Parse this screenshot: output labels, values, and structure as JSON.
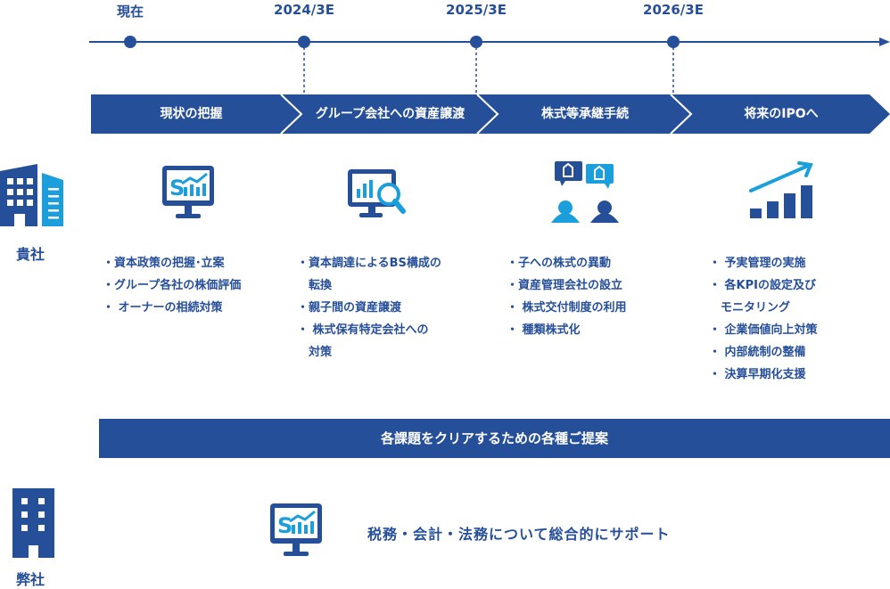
{
  "timeline": {
    "milestones": [
      "現在",
      "2024/3E",
      "2025/3E",
      "2026/3E"
    ]
  },
  "phases": [
    "現状の把握",
    "グループ会社への資産譲渡",
    "株式等承継手続",
    "将来のIPOへ"
  ],
  "client": {
    "label": "貴社",
    "columns": [
      {
        "icon": "monitor-chart-icon",
        "items": [
          "・資本政策の把握･立案",
          "・グループ各社の株価評価",
          "・ オーナーの相続対策"
        ]
      },
      {
        "icon": "monitor-magnifier-icon",
        "items": [
          "・資本調達によるBS構成の",
          "　転換",
          "・親子間の資産譲渡",
          "・ 株式保有特定会社への",
          "　対策"
        ]
      },
      {
        "icon": "people-consulting-icon",
        "items": [
          "・子への株式の異動",
          "・資産管理会社の設立",
          "・ 株式交付制度の利用",
          "・ 種類株式化"
        ]
      },
      {
        "icon": "growth-chart-icon",
        "items": [
          "・ 予実管理の実施",
          "・ 各KPIの設定及び",
          "　モニタリング",
          "・ 企業価値向上対策",
          "・ 内部統制の整備",
          "・ 決算早期化支援"
        ]
      }
    ]
  },
  "banner": "各課題をクリアするための各種ご提案",
  "firm": {
    "label": "弊社",
    "support_text": "税務・会計・法務について総合的にサポート"
  },
  "colors": {
    "primary": "#264f9a",
    "accent": "#1a9fdc"
  }
}
